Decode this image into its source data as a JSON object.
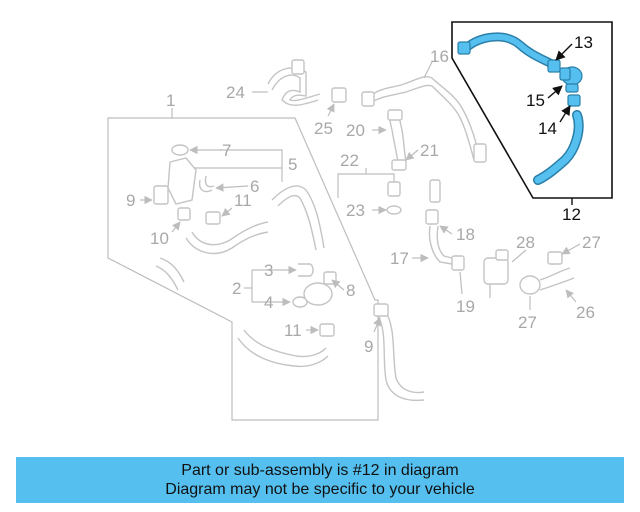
{
  "diagram": {
    "labels": {
      "l1": "1",
      "l2": "2",
      "l3": "3",
      "l4": "4",
      "l5": "5",
      "l6": "6",
      "l7": "7",
      "l8": "8",
      "l9a": "9",
      "l9b": "9",
      "l10": "10",
      "l11a": "11",
      "l11b": "11",
      "l12": "12",
      "l13": "13",
      "l14": "14",
      "l15": "15",
      "l16": "16",
      "l17": "17",
      "l18": "18",
      "l19": "19",
      "l20": "20",
      "l21": "21",
      "l22": "22",
      "l23": "23",
      "l24": "24",
      "l25": "25",
      "l26": "26",
      "l27a": "27",
      "l27b": "27",
      "l28": "28"
    },
    "highlight_color": "#55c0f0",
    "part_color": "#c4c4c4"
  },
  "banner": {
    "line1": "Part or sub-assembly is #12 in diagram",
    "line2": "Diagram may not be specific to your vehicle",
    "color": "#55c0f0"
  }
}
